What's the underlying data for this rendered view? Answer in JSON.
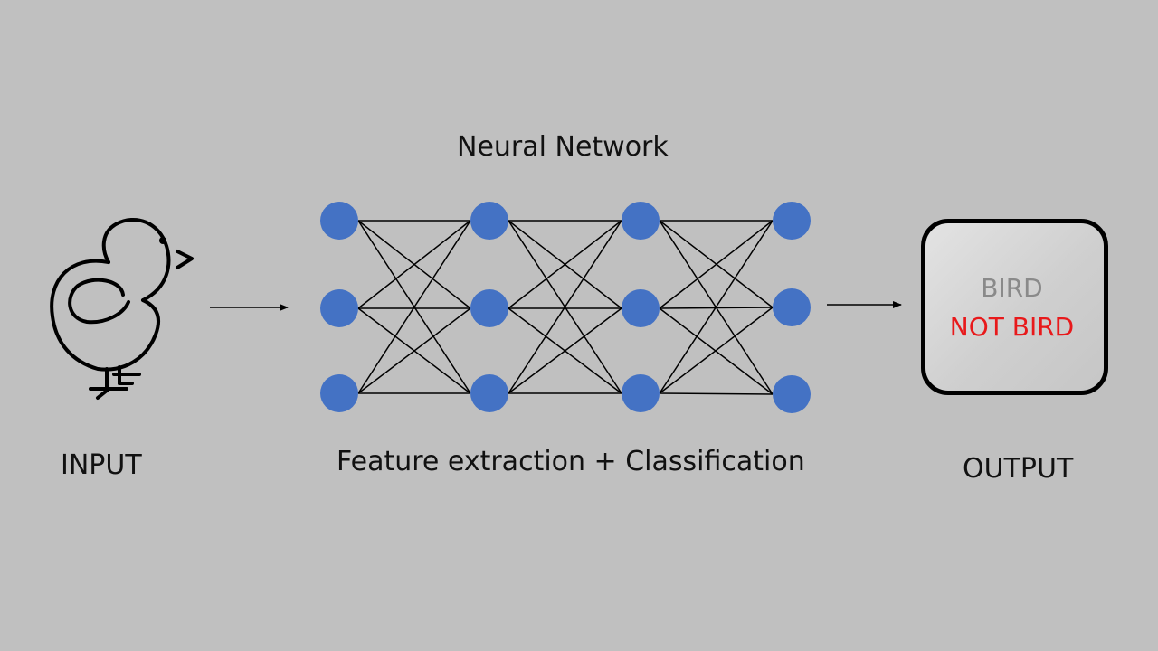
{
  "title": "Neural Network",
  "caption": "Feature extraction + Classification",
  "input": {
    "label": "INPUT",
    "icon": "chick-icon"
  },
  "output": {
    "label": "OUTPUT",
    "options": [
      {
        "text": "BIRD",
        "state": "inactive"
      },
      {
        "text": "NOT BIRD",
        "state": "selected"
      }
    ],
    "selected_color": "#e8191b"
  },
  "network": {
    "layers": 4,
    "nodes_per_layer": 3,
    "node_color": "#4472c4",
    "edge_color": "#000000",
    "connectivity": "fully-connected"
  }
}
